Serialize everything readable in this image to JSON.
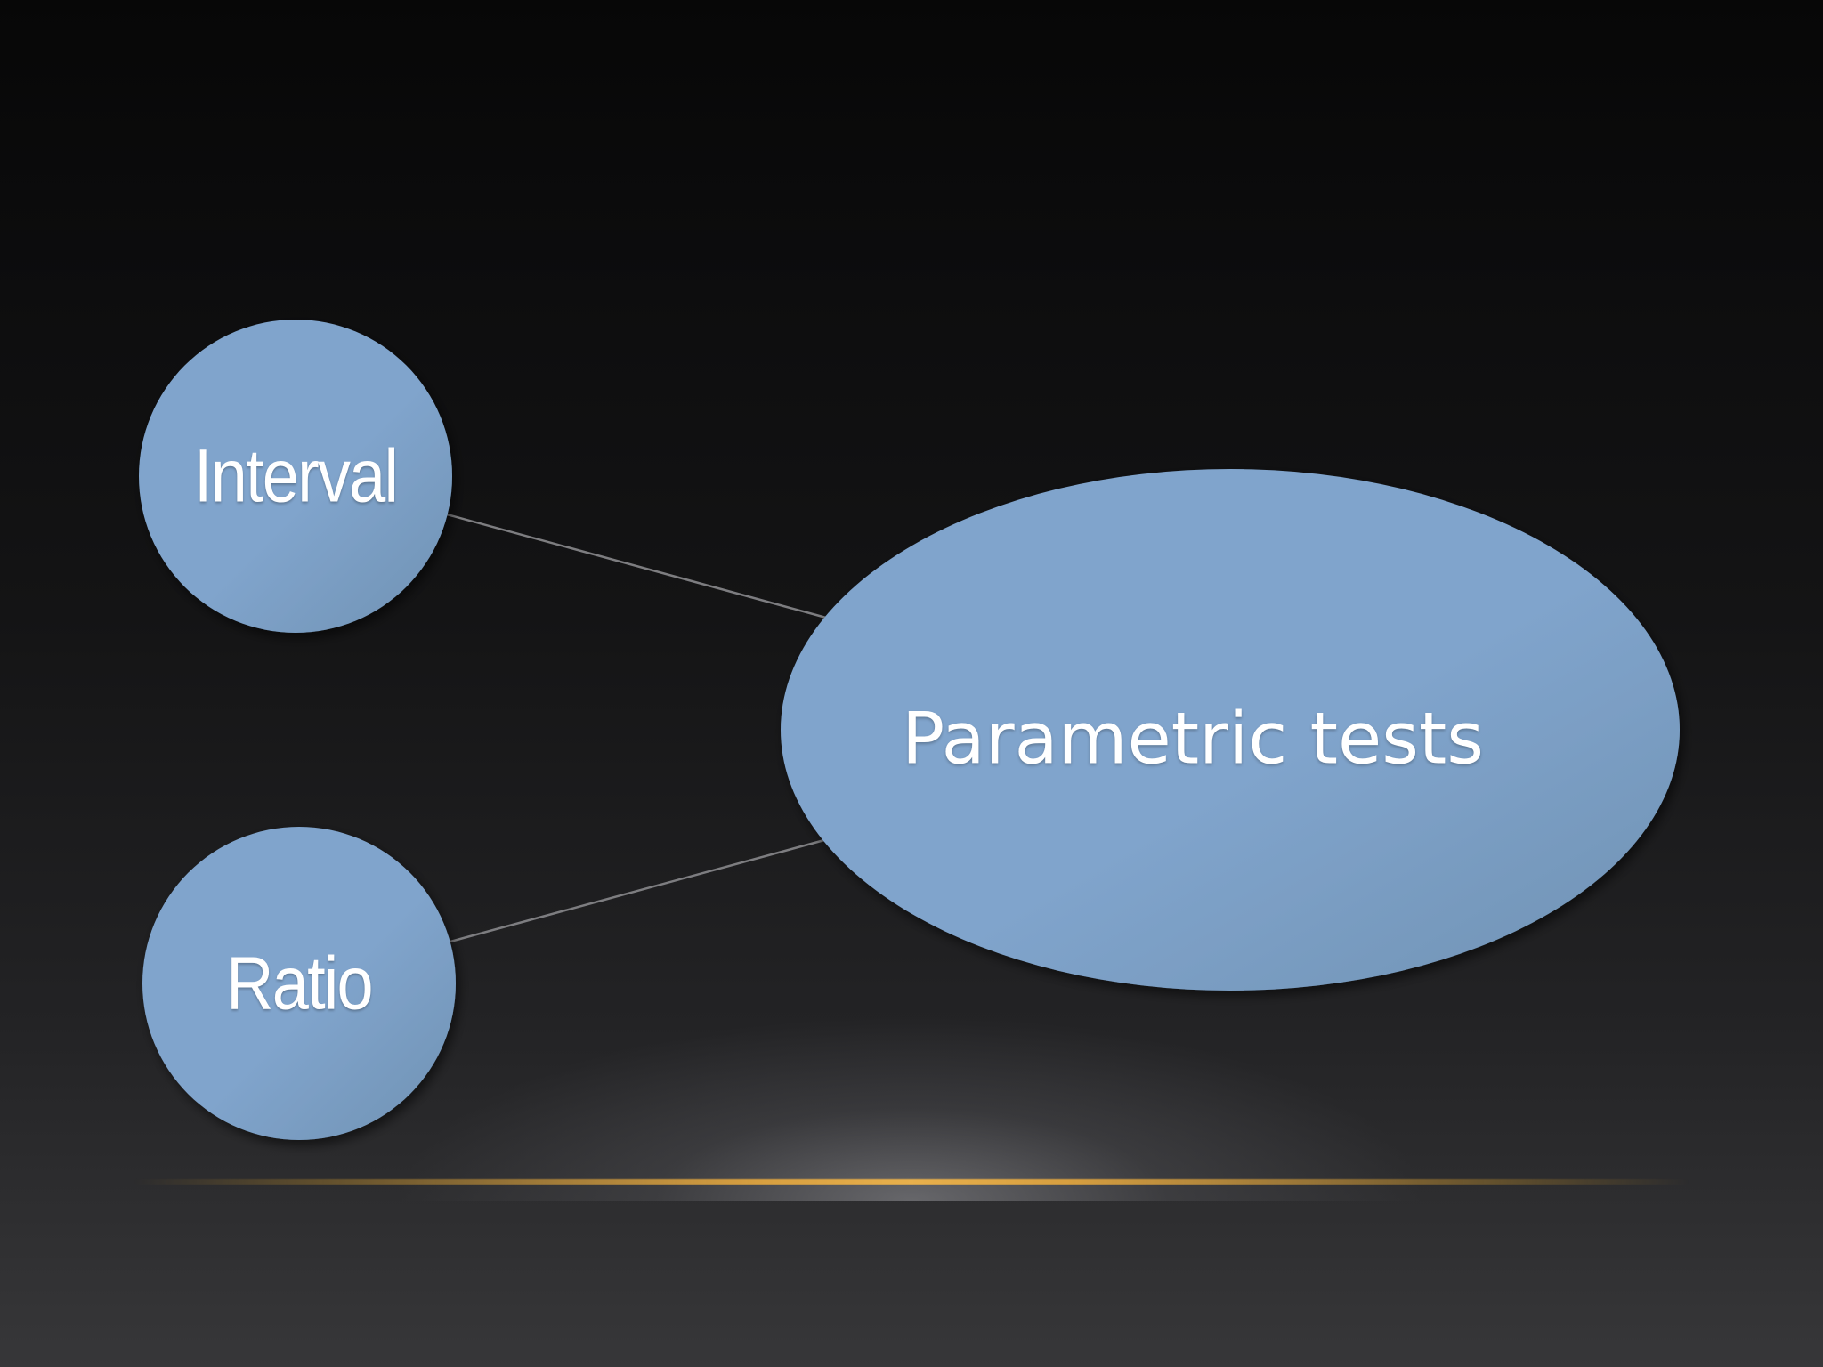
{
  "diagram": {
    "nodes": {
      "interval": {
        "label": "Interval"
      },
      "ratio": {
        "label": "Ratio"
      },
      "parametric": {
        "label": "Parametric tests"
      }
    },
    "edges": [
      {
        "from": "interval",
        "to": "parametric"
      },
      {
        "from": "ratio",
        "to": "parametric"
      }
    ]
  },
  "colors": {
    "node_fill": "#81a5cd",
    "node_fill_dark": "#7596b8",
    "edge": "#7d7d80",
    "accent_line": "#e0a848",
    "text": "#ffffff"
  }
}
